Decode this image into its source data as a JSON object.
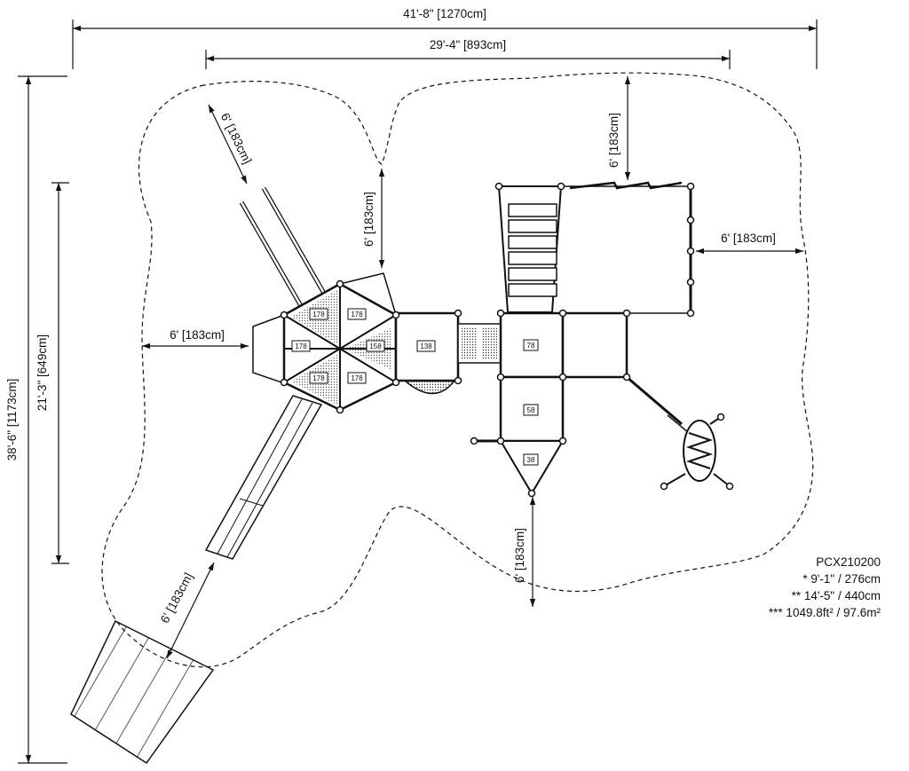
{
  "dimensions": {
    "overall_width": "41'-8\" [1270cm]",
    "inner_width": "29'-4\" [893cm]",
    "overall_height": "38'-6\" [1173cm]",
    "inner_height": "21'-3\" [649cm]",
    "clearance_labels": [
      "6' [183cm]",
      "6' [183cm]",
      "6' [183cm]",
      "6' [183cm]",
      "6' [183cm]",
      "6' [183cm]",
      "6' [183cm]"
    ]
  },
  "deck_heights": [
    "178",
    "178",
    "178",
    "158",
    "178",
    "178",
    "138",
    "78",
    "58",
    "38"
  ],
  "info": {
    "model": "PCX210200",
    "line1": "* 9'-1\" / 276cm",
    "line2": "** 14'-5\" / 440cm",
    "line3": "*** 1049.8ft² / 97.6m²"
  }
}
